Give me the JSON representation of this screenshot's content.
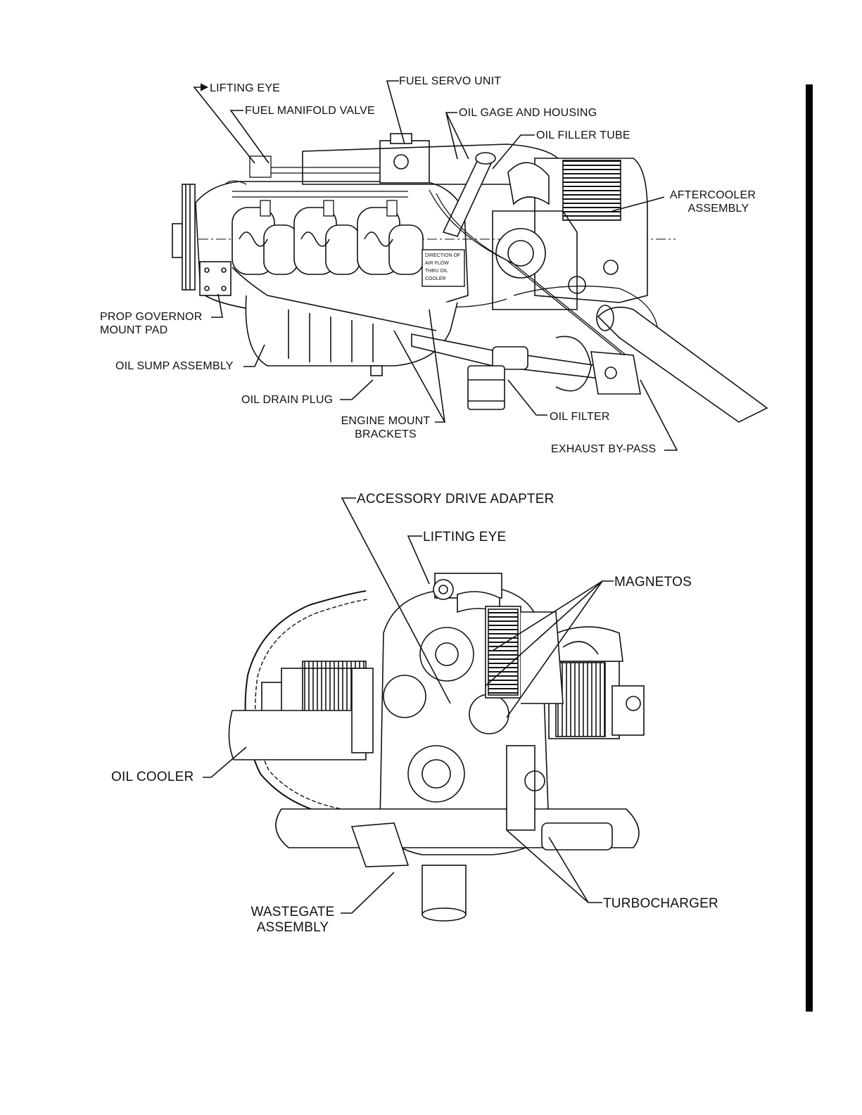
{
  "colors": {
    "ink": "#111111",
    "background": "#ffffff",
    "change_bar": "#000000"
  },
  "top_view": {
    "labels": {
      "lifting_eye": "LIFTING EYE",
      "fuel_servo_unit": "FUEL SERVO UNIT",
      "fuel_manifold_valve": "FUEL MANIFOLD VALVE",
      "oil_gage_and_housing": "OIL GAGE AND HOUSING",
      "oil_filler_tube": "OIL FILLER TUBE",
      "aftercooler_line1": "AFTERCOOLER",
      "aftercooler_line2": "ASSEMBLY",
      "prop_governor_line1": "PROP GOVERNOR",
      "prop_governor_line2": "MOUNT PAD",
      "oil_sump_assembly": "OIL SUMP ASSEMBLY",
      "oil_drain_plug": "OIL DRAIN PLUG",
      "engine_mount_line1": "ENGINE MOUNT",
      "engine_mount_line2": "BRACKETS",
      "oil_filter": "OIL FILTER",
      "exhaust_bypass": "EXHAUST BY-PASS"
    },
    "placard_lines": [
      "DIRECTION OF",
      "AIR FLOW",
      "THRU OIL",
      "COOLER"
    ]
  },
  "bottom_view": {
    "labels": {
      "accessory_drive_adapter": "ACCESSORY DRIVE ADAPTER",
      "lifting_eye": "LIFTING EYE",
      "magnetos": "MAGNETOS",
      "oil_cooler": "OIL COOLER",
      "wastegate_line1": "WASTEGATE",
      "wastegate_line2": "ASSEMBLY",
      "turbocharger": "TURBOCHARGER"
    }
  }
}
